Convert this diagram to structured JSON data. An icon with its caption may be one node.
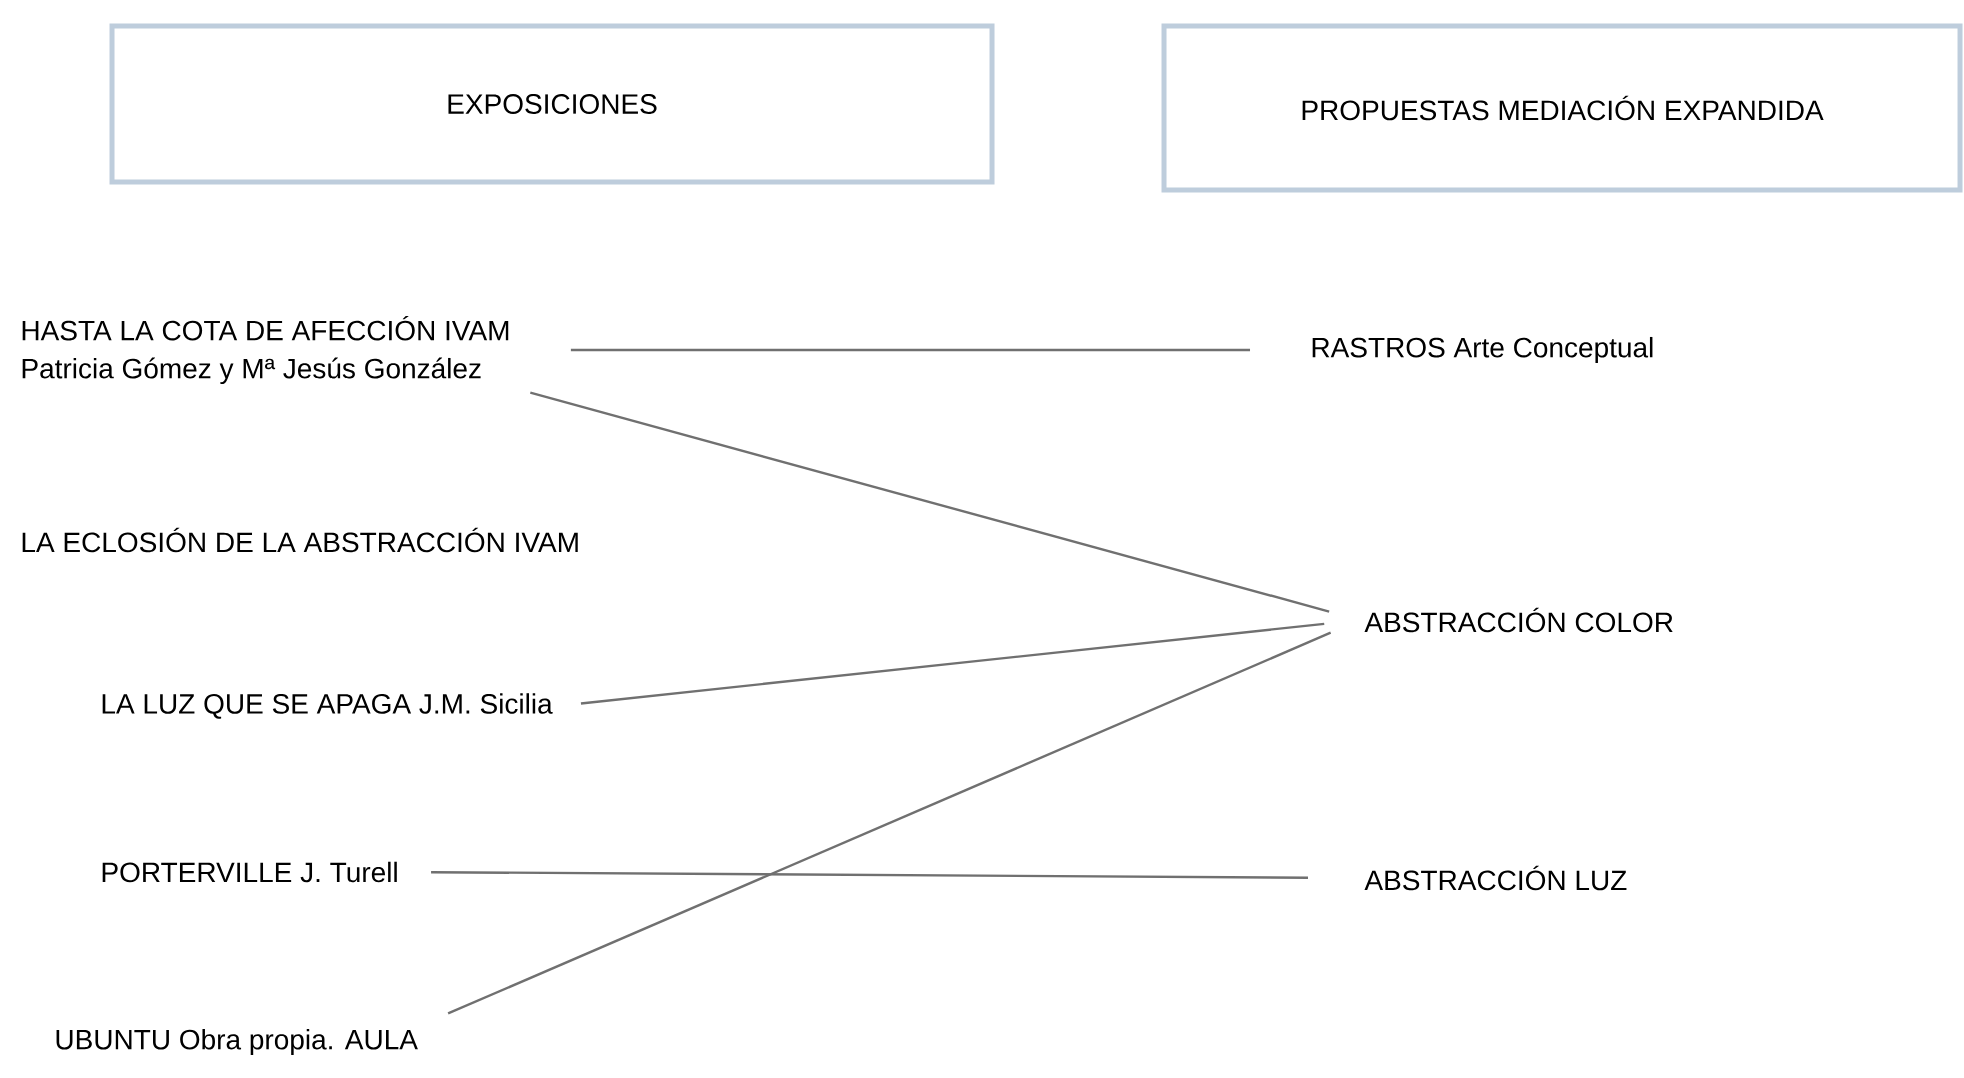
{
  "diagram": {
    "nodes": [
      {
        "text": [
          "EXPOSICIONES"
        ]
      },
      {
        "text": [
          "PROPUESTAS MEDIACIÓN EXPANDIDA"
        ]
      },
      {
        "text": [
          "HASTA LA COTA DE AFECCIÓN IVAM",
          "Patricia Gómez y Mª Jesús González"
        ]
      },
      {
        "text": [
          "LA ECLOSIÓN DE LA ABSTRACCIÓN IVAM"
        ]
      },
      {
        "text": [
          "LA LUZ QUE SE APAGA J.M. Sicilia"
        ]
      },
      {
        "text": [
          "PORTERVILLE J. Turell"
        ]
      },
      {
        "text": [
          "UBUNTU Obra propia. AULA"
        ]
      },
      {
        "text": [
          "RASTROS Arte Conceptual"
        ]
      },
      {
        "text": [
          "ABSTRACCIÓN COLOR"
        ]
      },
      {
        "text": [
          "ABSTRACCIÓN LUZ"
        ]
      }
    ],
    "edges": [
      {
        "from": 2,
        "to": 7,
        "arrow": "none"
      },
      {
        "from": 2,
        "to": 8,
        "arrow": "none"
      },
      {
        "from": 4,
        "to": 8,
        "arrow": "none"
      },
      {
        "from": 6,
        "to": 8,
        "arrow": "none"
      },
      {
        "from": 5,
        "to": 9,
        "arrow": "none"
      }
    ]
  }
}
